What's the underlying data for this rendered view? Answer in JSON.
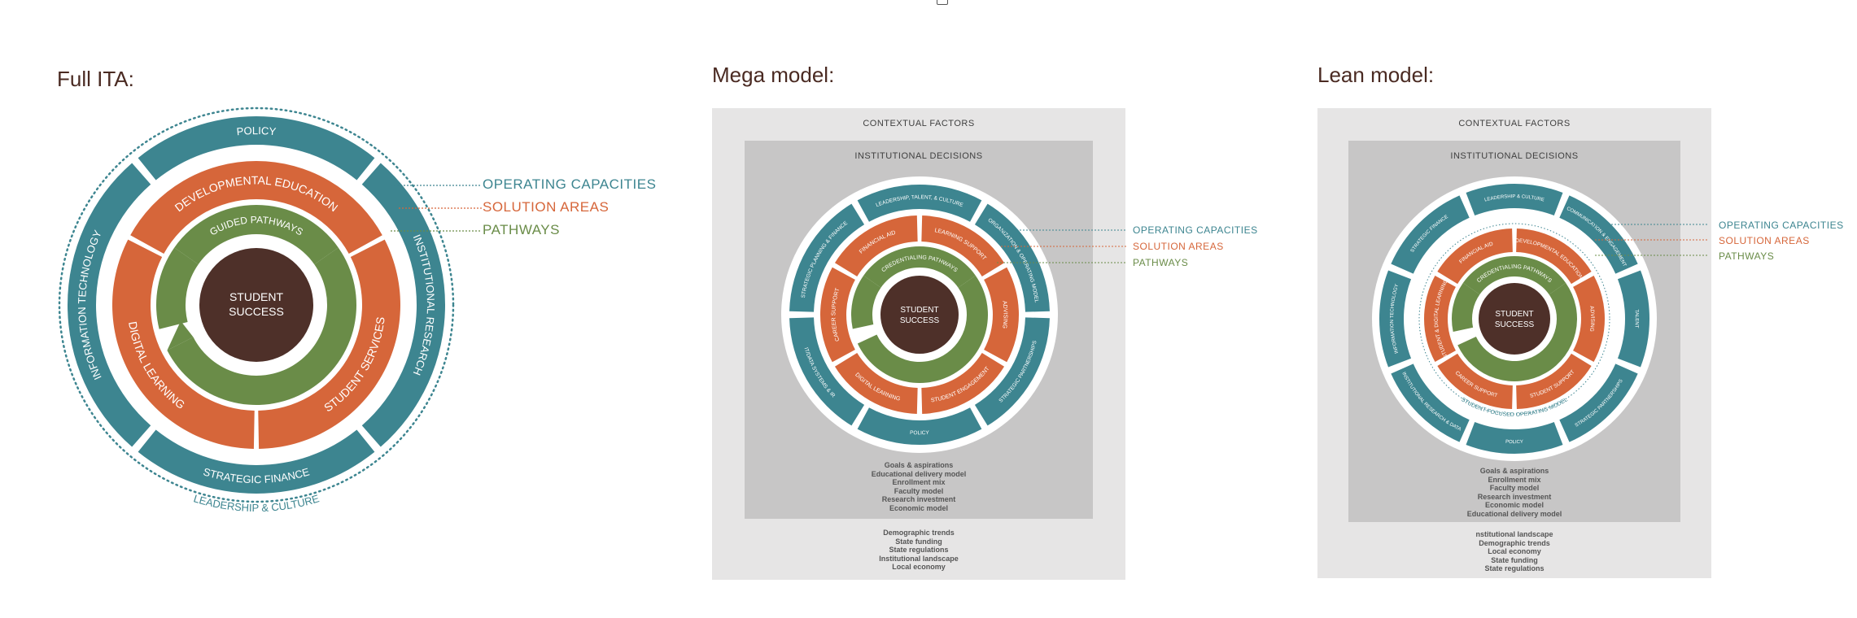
{
  "colors": {
    "teal": "#3d8590",
    "orange": "#d6663a",
    "green": "#6a8c48",
    "brown": "#4e3029",
    "panel": "#e6e5e5",
    "inner": "#c7c6c6"
  },
  "full": {
    "title": "Full ITA:",
    "center": [
      "STUDENT",
      "SUCCESS"
    ],
    "pathway": "GUIDED PATHWAYS",
    "solutions": [
      "DEVELOPMENTAL EDUCATION",
      "STUDENT SERVICES",
      "DIGITAL LEARNING"
    ],
    "capacities": [
      "POLICY",
      "INSTITUTIONAL RESEARCH",
      "STRATEGIC FINANCE",
      "INFORMATION TECHNOLOGY"
    ],
    "outer": "LEADERSHIP & CULTURE",
    "legend": {
      "operating": "OPERATING CAPACITIES",
      "solution": "SOLUTION AREAS",
      "pathways": "PATHWAYS"
    }
  },
  "mega": {
    "title": "Mega model:",
    "contextual": "CONTEXTUAL FACTORS",
    "institutional": "INSTITUTIONAL DECISIONS",
    "center": [
      "STUDENT",
      "SUCCESS"
    ],
    "pathway": "CREDENTIALING PATHWAYS",
    "solutions": [
      "LEARNING SUPPORT",
      "ADVISING",
      "STUDENT ENGAGEMENT",
      "DIGITAL LEARNING",
      "CAREER SUPPORT",
      "FINANCIAL AID"
    ],
    "capacities": [
      "LEADERSHIP, TALENT, & CULTURE",
      "ORGANIZATION & OPERATING MODEL",
      "STRATEGIC PARTNERSHIPS",
      "POLICY",
      "IT/DATA SYSTEMS & IR",
      "STRATEGIC PLANNING & FINANCE"
    ],
    "decisions": [
      "Goals & aspirations",
      "Educational delivery model",
      "Enrollment mix",
      "Faculty model",
      "Research investment",
      "Economic model"
    ],
    "contextual_list": [
      "Demographic trends",
      "State funding",
      "State regulations",
      "Institutional landscape",
      "Local economy"
    ],
    "legend": {
      "operating": "OPERATING CAPACITIES",
      "solution": "SOLUTION AREAS",
      "pathways": "PATHWAYS"
    }
  },
  "lean": {
    "title": "Lean model:",
    "contextual": "CONTEXTUAL FACTORS",
    "institutional": "INSTITUTIONAL DECISIONS",
    "center": [
      "STUDENT",
      "SUCCESS"
    ],
    "pathway": "CREDENTIALING PATHWAYS",
    "operating_model": "STUDENT-FOCUSED OPERATING MODEL",
    "solutions": [
      "DEVELOPMENTAL EDUCATION",
      "ADVISING",
      "STUDENT SUPPORT",
      "CAREER SUPPORT",
      "STUDENT & DIGITAL LEARNING",
      "FINANCIAL AID"
    ],
    "capacities": [
      "LEADERSHIP & CULTURE",
      "COMMUNICATION & ENGAGEMENT",
      "TALENT",
      "STRATEGIC PARTNERSHIPS",
      "POLICY",
      "INSTITUTIONAL RESEARCH & DATA",
      "INFORMATION TECHNOLOGY",
      "STRATEGIC FINANCE"
    ],
    "decisions": [
      "Goals & aspirations",
      "Enrollment mix",
      "Faculty model",
      "Research investment",
      "Economic model",
      "Educational delivery model"
    ],
    "contextual_list": [
      "nstitutional landscape",
      "Demographic trends",
      "Local economy",
      "State funding",
      "State regulations"
    ],
    "legend": {
      "operating": "OPERATING CAPACITIES",
      "solution": "SOLUTION AREAS",
      "pathways": "PATHWAYS"
    }
  }
}
